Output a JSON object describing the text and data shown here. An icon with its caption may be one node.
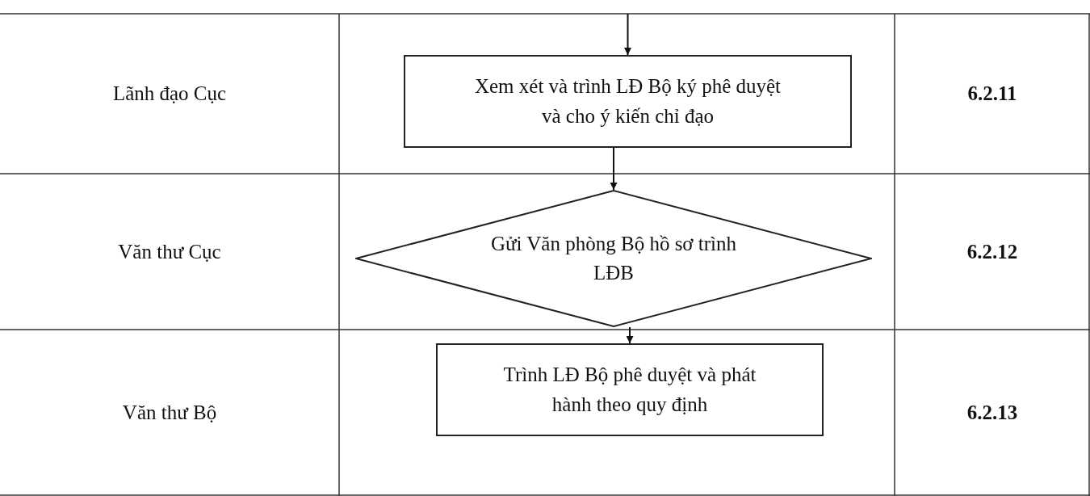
{
  "diagram": {
    "nodes": [
      {
        "text": [
          "Xem xét và trình LĐ Bộ ký phê duyệt và cho ý kiến chỉ đạo"
        ]
      },
      {
        "text": [
          "Gửi Văn phòng Bộ hồ sơ trình LĐB"
        ]
      },
      {
        "text": [
          "Trình LĐ Bộ phê duyệt và phát hành theo quy định"
        ]
      }
    ],
    "edges": [
      {
        "from": null,
        "to": 0,
        "arrow": "to"
      },
      {
        "from": 0,
        "to": 1,
        "arrow": "to"
      },
      {
        "from": 1,
        "to": 2,
        "arrow": "to"
      }
    ],
    "labels": [
      "Lãnh đạo Cục",
      "6.2.11",
      "Văn thư Cục",
      "6.2.12",
      "Văn thư Bộ",
      "6.2.13"
    ]
  }
}
